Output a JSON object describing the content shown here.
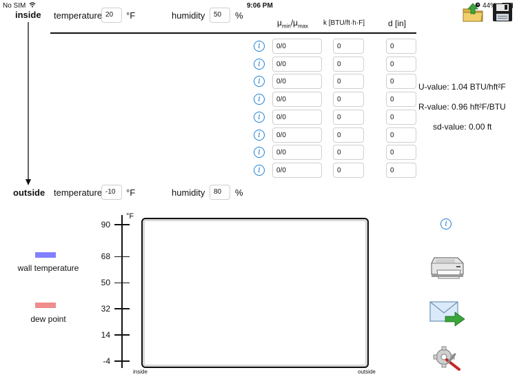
{
  "status_bar": {
    "carrier": "No SIM",
    "time": "9:06 PM",
    "battery": "44%",
    "battery_level": 0.44
  },
  "inside": {
    "label": "inside",
    "temperature_label": "temperature",
    "temperature_value": "20",
    "temperature_unit": "°F",
    "humidity_label": "humidity",
    "humidity_value": "50",
    "humidity_unit": "%"
  },
  "outside": {
    "label": "outside",
    "temperature_label": "temperature",
    "temperature_value": "-10",
    "temperature_unit": "°F",
    "humidity_label": "humidity",
    "humidity_value": "80",
    "humidity_unit": "%"
  },
  "layers": {
    "headers": {
      "mu_main": "μ",
      "mu_min_sub": "min",
      "mu_slash": "/μ",
      "mu_max_sub": "max",
      "k": "k [BTU/ft·h·F]",
      "d": "d [in]"
    },
    "info_symbol": "i",
    "rows": [
      {
        "mu": "0/0",
        "k": "0",
        "d": "0"
      },
      {
        "mu": "0/0",
        "k": "0",
        "d": "0"
      },
      {
        "mu": "0/0",
        "k": "0",
        "d": "0"
      },
      {
        "mu": "0/0",
        "k": "0",
        "d": "0"
      },
      {
        "mu": "0/0",
        "k": "0",
        "d": "0"
      },
      {
        "mu": "0/0",
        "k": "0",
        "d": "0"
      },
      {
        "mu": "0/0",
        "k": "0",
        "d": "0"
      },
      {
        "mu": "0/0",
        "k": "0",
        "d": "0"
      }
    ]
  },
  "results": {
    "u_value": "U-value: 1.04 BTU/hft²F",
    "r_value": "R-value: 0.96 hft²F/BTU",
    "sd_value": "sd-value: 0.00 ft"
  },
  "chart_data": {
    "type": "line",
    "y_unit": "°F",
    "y_ticks": [
      "90",
      "68",
      "50",
      "32",
      "14",
      "-4"
    ],
    "ylim": [
      -4,
      90
    ],
    "x_start_label": "inside",
    "x_end_label": "outside",
    "series": []
  },
  "legend": {
    "wall_temperature": {
      "label": "wall temperature",
      "color": "#8080ff"
    },
    "dew_point": {
      "label": "dew point",
      "color": "#f08c8c"
    }
  },
  "toolbar": {
    "info_symbol": "i",
    "icons": [
      "folder-upload-icon",
      "save-disk-icon",
      "info-icon",
      "printer-icon",
      "export-email-icon",
      "settings-icon"
    ]
  }
}
